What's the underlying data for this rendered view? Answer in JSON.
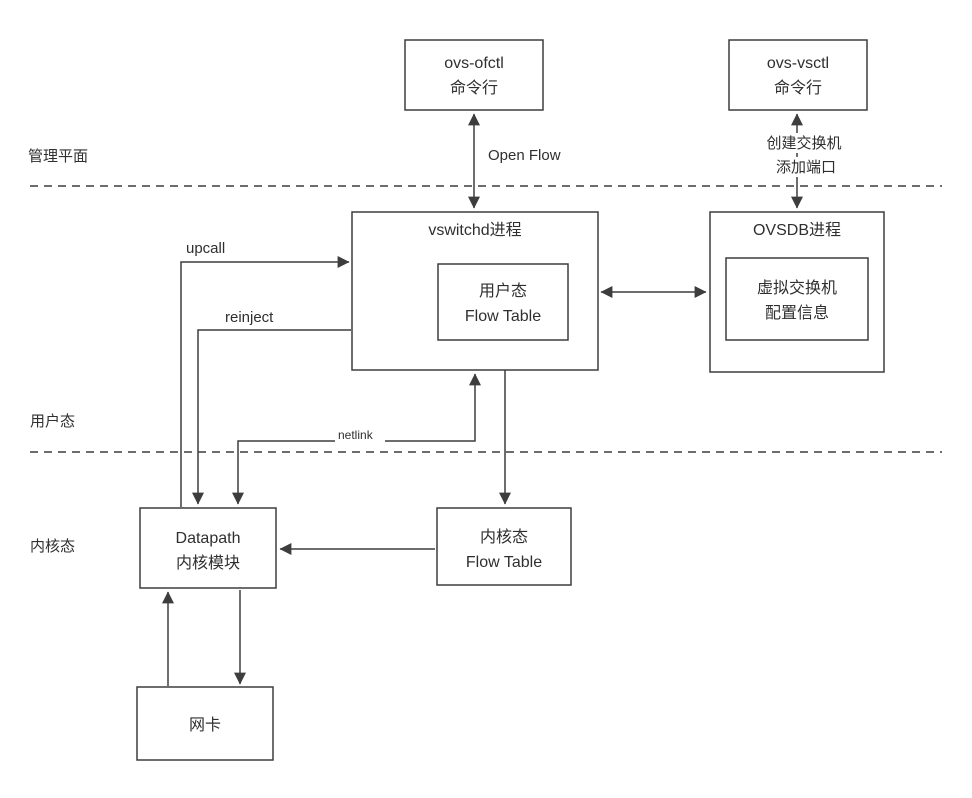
{
  "diagram": {
    "planes": {
      "management": "管理平面",
      "user": "用户态",
      "kernel": "内核态"
    },
    "boxes": {
      "ofctl": {
        "line1": "ovs-ofctl",
        "line2": "命令行"
      },
      "vsctl": {
        "line1": "ovs-vsctl",
        "line2": "命令行"
      },
      "vswitchd": {
        "title": "vswitchd进程"
      },
      "user_flow_table": {
        "line1": "用户态",
        "line2": "Flow Table"
      },
      "ovsdb": {
        "title": "OVSDB进程"
      },
      "switch_config": {
        "line1": "虚拟交换机",
        "line2": "配置信息"
      },
      "datapath": {
        "line1": "Datapath",
        "line2": "内核模块"
      },
      "kernel_flow_table": {
        "line1": "内核态",
        "line2": "Flow Table"
      },
      "nic": {
        "line1": "网卡"
      }
    },
    "edge_labels": {
      "openflow": "Open Flow",
      "create_switch": "创建交换机",
      "add_port": "添加端口",
      "upcall": "upcall",
      "reinject": "reinject",
      "netlink": "netlink"
    },
    "colors": {
      "stroke": "#3d3d3d",
      "text": "#2f2f2f",
      "background": "#ffffff"
    }
  }
}
